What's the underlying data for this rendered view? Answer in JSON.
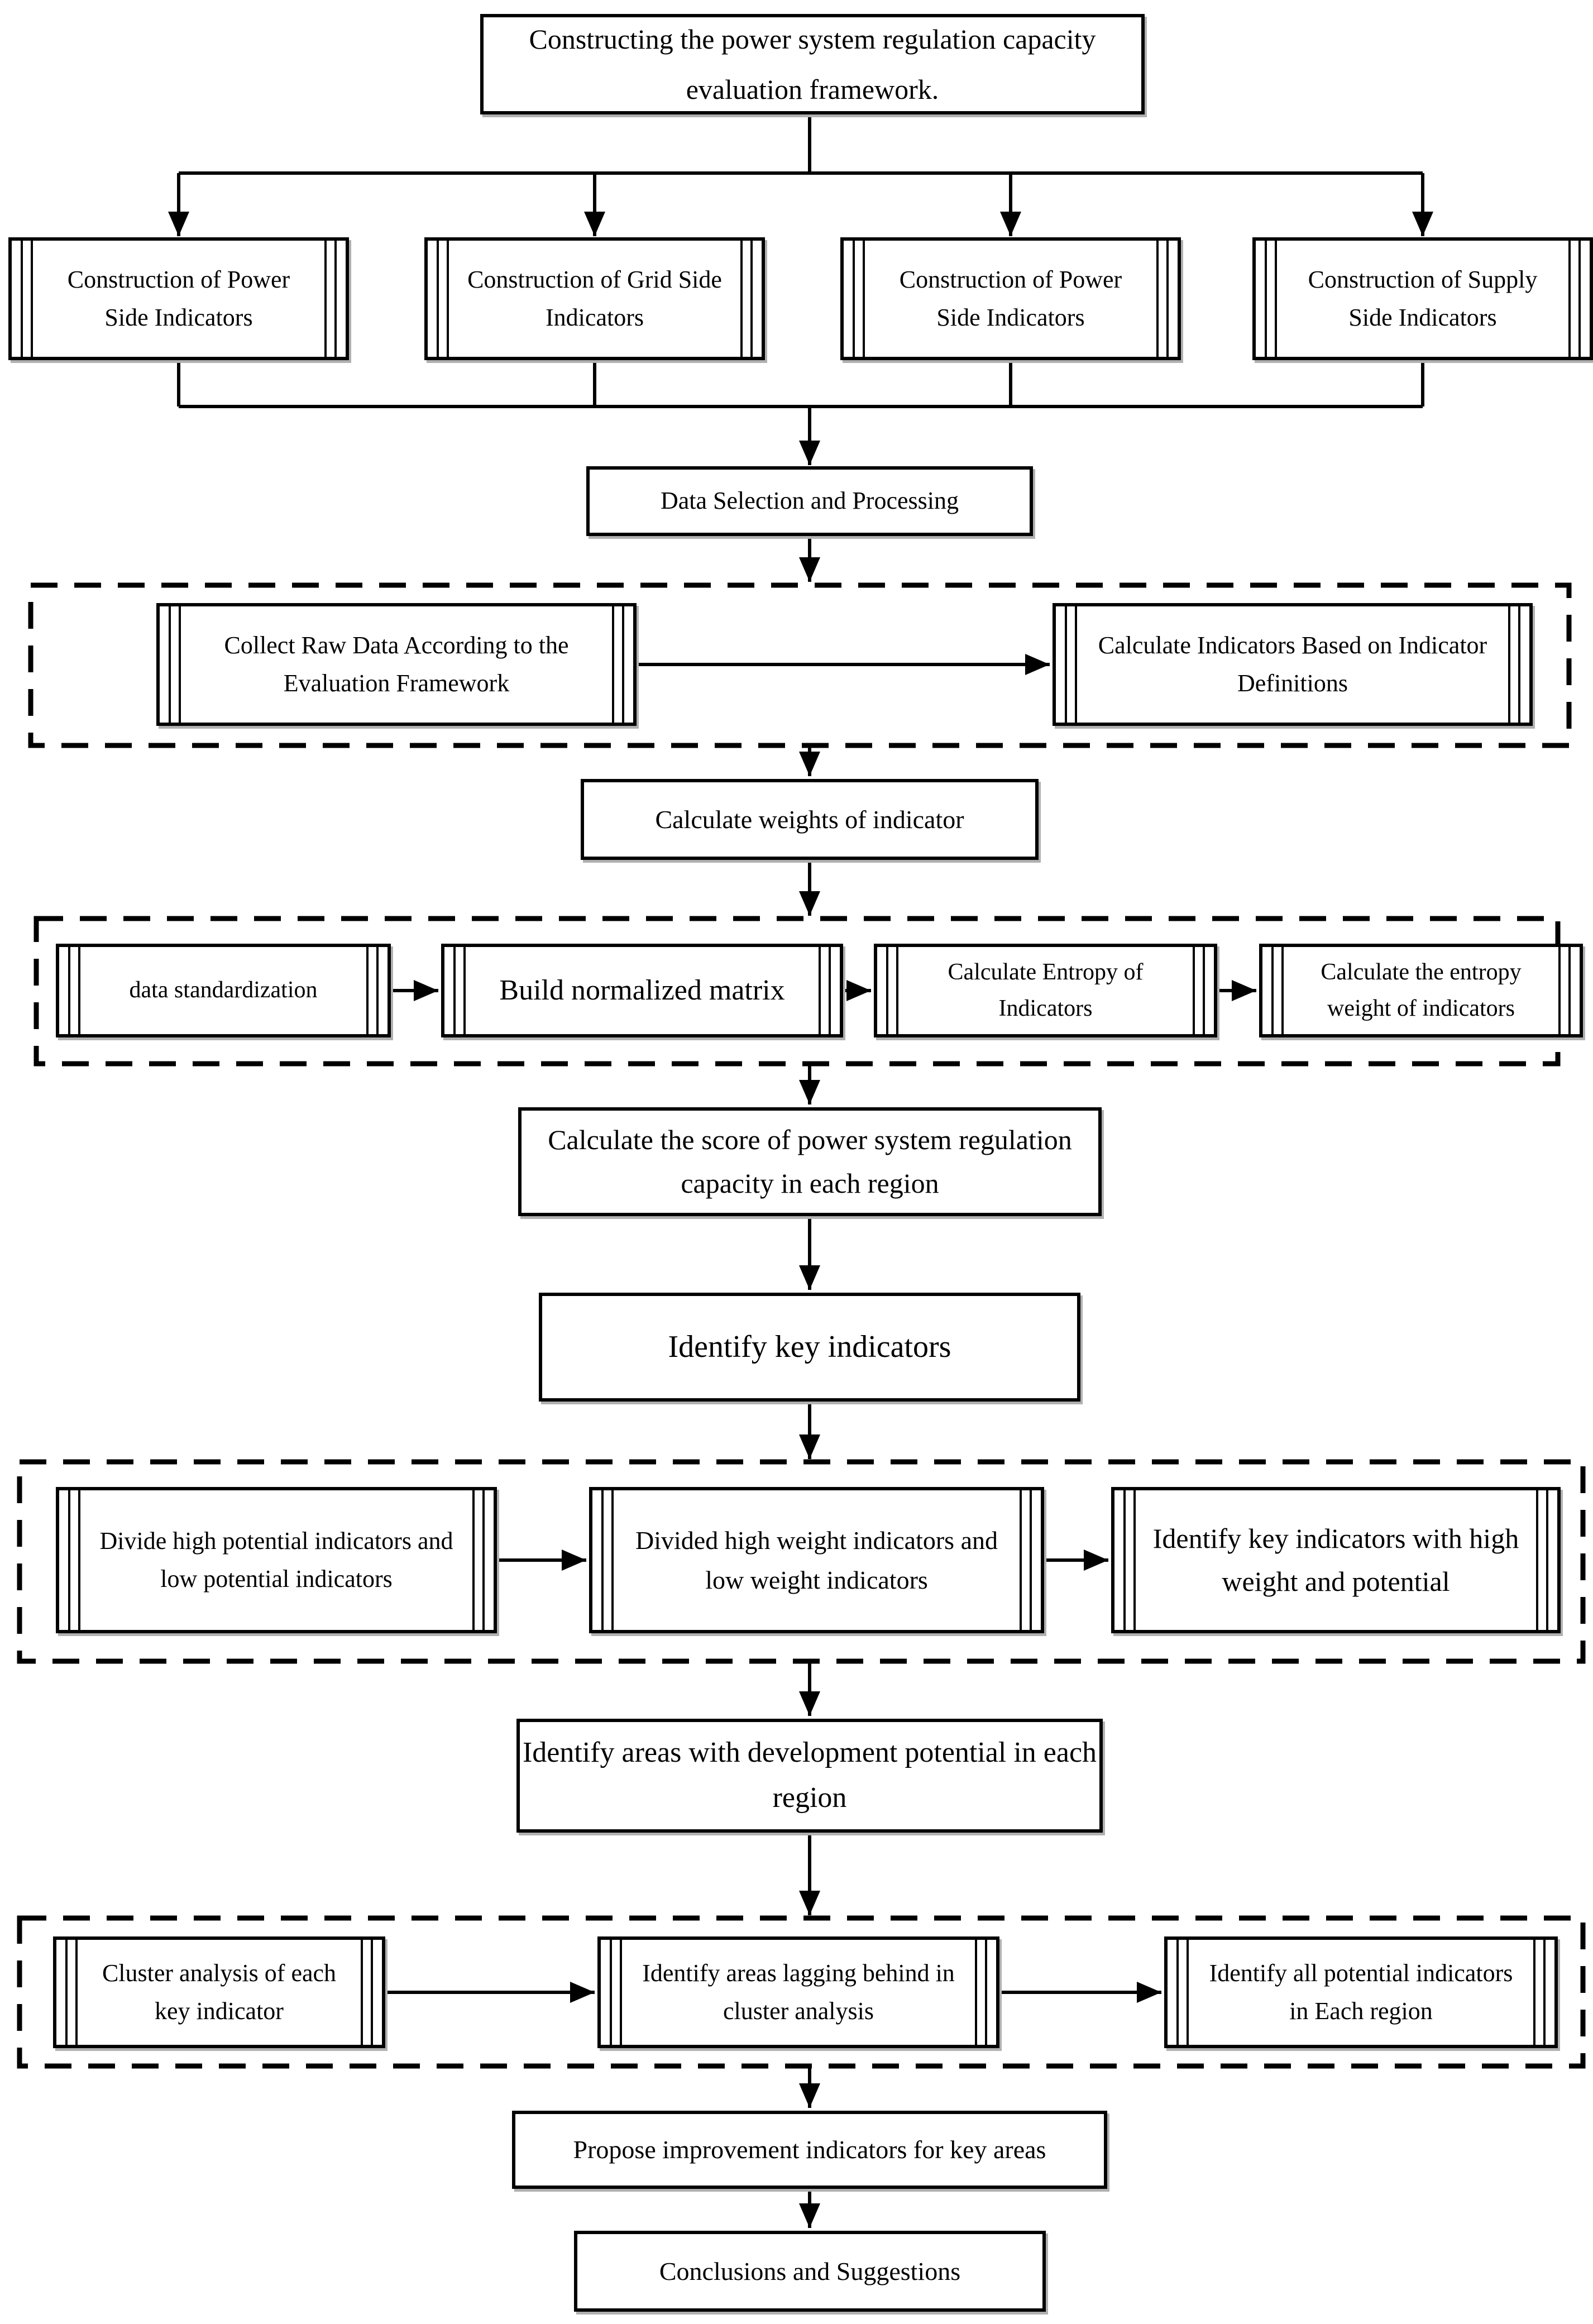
{
  "nodes": {
    "framework": "Constructing the power system regulation capacity evaluation framework.",
    "power_side_1": "Construction of Power Side Indicators",
    "grid_side": "Construction of Grid Side Indicators",
    "power_side_2": "Construction of Power Side Indicators",
    "supply_side": "Construction of Supply Side Indicators",
    "data_selection": "Data Selection and Processing",
    "collect_raw": "Collect Raw Data According to the Evaluation Framework",
    "calc_indicators": "Calculate Indicators Based on Indicator Definitions",
    "calc_weights": "Calculate weights of indicator",
    "data_standardization": "data standardization",
    "build_matrix": "Build normalized matrix",
    "calc_entropy": "Calculate Entropy of Indicators",
    "entropy_weight": "Calculate the entropy weight of indicators",
    "calc_score": "Calculate the score of power system regulation capacity in each region",
    "identify_key": "Identify key indicators",
    "divide_potential": "Divide high potential indicators and low potential indicators",
    "divide_weight": "Divided high weight indicators and low weight indicators",
    "identify_key_hw": "Identify key indicators with high weight and potential",
    "identify_areas": "Identify areas with development potential in each region",
    "cluster_analysis": "Cluster analysis of each key indicator",
    "lagging_areas": "Identify areas lagging behind in cluster analysis",
    "all_potential": "Identify all potential indicators in Each region",
    "propose": "Propose improvement indicators for key areas",
    "conclusions": "Conclusions and Suggestions"
  },
  "colors": {
    "line": "#000000",
    "box_border": "#000000",
    "box_fill": "#ffffff",
    "background": "#ffffff",
    "text": "#000000",
    "shadow": "#b0b0b0"
  }
}
